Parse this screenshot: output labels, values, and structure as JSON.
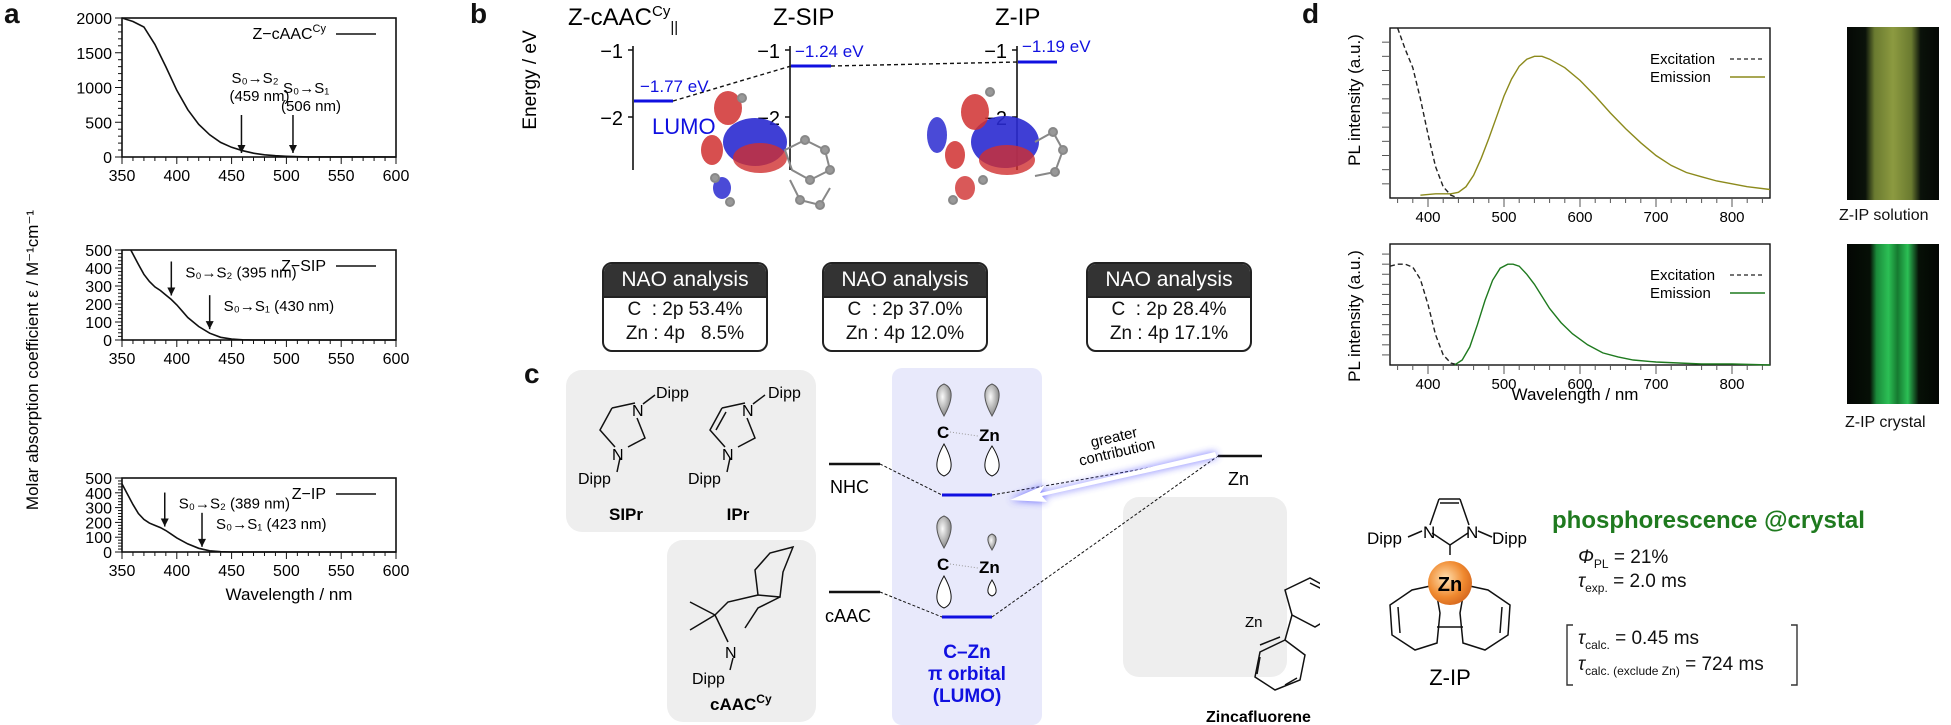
{
  "panels": {
    "a": "a",
    "b": "b",
    "c": "c",
    "d": "d"
  },
  "chart_data": [
    {
      "type": "line",
      "panel": "a",
      "title": "Z−cAAC^Cy",
      "legend": "Z−cAAC",
      "legend_sup": "Cy",
      "xlabel": "Wavelength / nm",
      "ylabel": "Molar absorption coefficient ε / M⁻¹cm⁻¹",
      "xlim": [
        350,
        600
      ],
      "ylim": [
        0,
        2000
      ],
      "xticks": [
        350,
        400,
        450,
        500,
        550,
        600
      ],
      "yticks": [
        0,
        500,
        1000,
        1500,
        2000
      ],
      "x": [
        350,
        360,
        370,
        380,
        390,
        400,
        410,
        420,
        430,
        440,
        450,
        460,
        470,
        480,
        490,
        500,
        510,
        520,
        600
      ],
      "y": [
        2000,
        1950,
        1870,
        1620,
        1300,
        960,
        680,
        470,
        320,
        210,
        140,
        90,
        55,
        32,
        18,
        10,
        5,
        2,
        0
      ],
      "annotations": [
        {
          "label": "S₀→S₂",
          "sub": "(459 nm)",
          "x": 459
        },
        {
          "label": "S₀→S₁",
          "sub": "(506 nm)",
          "x": 506
        }
      ]
    },
    {
      "type": "line",
      "panel": "a",
      "title": "Z−SIP",
      "legend": "Z−SIP",
      "xlim": [
        350,
        600
      ],
      "ylim": [
        0,
        500
      ],
      "xticks": [
        350,
        400,
        450,
        500,
        550,
        600
      ],
      "yticks": [
        0,
        100,
        200,
        300,
        400,
        500
      ],
      "x": [
        358,
        365,
        370,
        375,
        380,
        385,
        390,
        395,
        400,
        405,
        410,
        420,
        430,
        440,
        450,
        460,
        470,
        600
      ],
      "y": [
        500,
        420,
        365,
        325,
        295,
        275,
        250,
        225,
        195,
        160,
        125,
        75,
        38,
        15,
        5,
        1,
        0,
        0
      ],
      "annotations": [
        {
          "label": "S₀→S₂ (395 nm)",
          "x": 395
        },
        {
          "label": "S₀→S₁ (430 nm)",
          "x": 430
        }
      ]
    },
    {
      "type": "line",
      "panel": "a",
      "title": "Z−IP",
      "legend": "Z−IP",
      "xlabel": "Wavelength / nm",
      "xlim": [
        350,
        600
      ],
      "ylim": [
        0,
        500
      ],
      "xticks": [
        350,
        400,
        450,
        500,
        550,
        600
      ],
      "yticks": [
        0,
        100,
        200,
        300,
        400,
        500
      ],
      "x": [
        350,
        355,
        360,
        365,
        370,
        375,
        380,
        385,
        390,
        395,
        400,
        410,
        420,
        430,
        440,
        450,
        460,
        600
      ],
      "y": [
        460,
        390,
        320,
        260,
        220,
        195,
        180,
        165,
        145,
        120,
        95,
        55,
        25,
        8,
        2,
        0,
        0,
        0
      ],
      "annotations": [
        {
          "label": "S₀→S₂ (389 nm)",
          "x": 389
        },
        {
          "label": "S₀→S₁ (423 nm)",
          "x": 423
        }
      ]
    },
    {
      "type": "line",
      "panel": "d",
      "title": "Z-IP solution",
      "ylabel": "PL intensity (a.u.)",
      "xlim": [
        350,
        850
      ],
      "ylim": [
        0,
        1.2
      ],
      "xticks": [
        400,
        500,
        600,
        700,
        800
      ],
      "series": [
        {
          "name": "Excitation",
          "style": "dashed",
          "color": "#222222",
          "x": [
            360,
            370,
            380,
            390,
            400,
            410,
            420,
            430,
            440
          ],
          "y": [
            1.2,
            1.05,
            0.92,
            0.7,
            0.45,
            0.22,
            0.08,
            0.02,
            0.0
          ]
        },
        {
          "name": "Emission",
          "style": "solid",
          "color": "#8c8a1c",
          "x": [
            390,
            410,
            430,
            440,
            450,
            460,
            470,
            480,
            490,
            500,
            510,
            520,
            530,
            540,
            550,
            560,
            580,
            600,
            620,
            640,
            660,
            680,
            700,
            720,
            740,
            760,
            780,
            800,
            820,
            850
          ],
          "y": [
            0.02,
            0.03,
            0.03,
            0.04,
            0.08,
            0.16,
            0.28,
            0.42,
            0.57,
            0.72,
            0.84,
            0.93,
            0.98,
            1.0,
            1.0,
            0.98,
            0.92,
            0.83,
            0.72,
            0.6,
            0.49,
            0.39,
            0.3,
            0.23,
            0.18,
            0.15,
            0.12,
            0.1,
            0.08,
            0.06
          ]
        }
      ]
    },
    {
      "type": "line",
      "panel": "d",
      "title": "Z-IP crystal",
      "xlabel": "Wavelength / nm",
      "ylabel": "PL intensity (a.u.)",
      "xlim": [
        350,
        850
      ],
      "ylim": [
        0,
        1.2
      ],
      "xticks": [
        400,
        500,
        600,
        700,
        800
      ],
      "series": [
        {
          "name": "Excitation",
          "style": "dashed",
          "color": "#222222",
          "x": [
            350,
            360,
            370,
            380,
            390,
            400,
            410,
            420,
            430,
            440
          ],
          "y": [
            0.98,
            1.0,
            1.0,
            0.97,
            0.85,
            0.6,
            0.3,
            0.1,
            0.02,
            0.0
          ]
        },
        {
          "name": "Emission",
          "style": "solid",
          "color": "#1f7a1f",
          "x": [
            435,
            445,
            455,
            465,
            475,
            485,
            495,
            505,
            512,
            520,
            530,
            540,
            550,
            560,
            575,
            590,
            610,
            630,
            650,
            670,
            700,
            730,
            760,
            800,
            850
          ],
          "y": [
            0.0,
            0.05,
            0.18,
            0.4,
            0.64,
            0.84,
            0.96,
            1.0,
            1.0,
            0.98,
            0.9,
            0.8,
            0.68,
            0.56,
            0.42,
            0.31,
            0.2,
            0.12,
            0.08,
            0.05,
            0.03,
            0.02,
            0.01,
            0.01,
            0.0
          ]
        }
      ]
    }
  ],
  "panel_b": {
    "ylabel": "Energy / eV",
    "axes": [
      {
        "title": "Z-cAAC",
        "title_sup": "Cy",
        "title_sub": "||",
        "ticks": [
          "−1",
          "−2"
        ],
        "level_label": "−1.77 eV",
        "level": -1.77,
        "extra": "LUMO"
      },
      {
        "title": "Z-SIP",
        "ticks": [
          "−1",
          "−2"
        ],
        "level_label": "−1.24 eV",
        "level": -1.24
      },
      {
        "title": "Z-IP",
        "ticks": [
          "−1",
          "−2"
        ],
        "level_label": "−1.19 eV",
        "level": -1.19
      }
    ],
    "nao": [
      {
        "header": "NAO analysis",
        "c": "C  : 2p 53.4%",
        "zn": "Zn : 4p   8.5%"
      },
      {
        "header": "NAO analysis",
        "c": "C  : 2p 37.0%",
        "zn": "Zn : 4p 12.0%"
      },
      {
        "header": "NAO analysis",
        "c": "C  : 2p 28.4%",
        "zn": "Zn : 4p 17.1%"
      }
    ],
    "level_color": "#1010e0"
  },
  "panel_c": {
    "sipr_label": "SIPr",
    "ipr_label": "IPr",
    "caac_label": "cAAC",
    "caac_sup": "Cy",
    "dipp": "Dipp",
    "n": "N",
    "nhc": "NHC",
    "caac": "cAAC",
    "zn": "Zn",
    "c_atom": "C",
    "greater": "greater",
    "contribution": "contribution",
    "orbital_line1": "C–Zn",
    "orbital_line2": "π orbital",
    "orbital_line3": "(LUMO)",
    "zincafluorene": "Zincafluorene"
  },
  "panel_d": {
    "legend_excitation": "Excitation",
    "legend_emission": "Emission",
    "photo_solution": "Z-IP solution",
    "photo_crystal": "Z-IP crystal",
    "structure_label": "Z-IP",
    "dipp": "Dipp",
    "n": "N",
    "zn": "Zn",
    "phos_title": "phosphorescence @crystal",
    "phi_label": "Φ",
    "phi_sub": "PL",
    "phi_value": " = 21%",
    "tau_exp_sub": "exp.",
    "tau_exp_value": " = 2.0 ms",
    "tau_calc_sub": "calc.",
    "tau_calc_value": " = 0.45 ms",
    "tau_calc_ex_sub": "calc. (exclude Zn)",
    "tau_calc_ex_value": " = 724 ms",
    "tau": "τ",
    "phos_color": "#1f7a1f"
  }
}
